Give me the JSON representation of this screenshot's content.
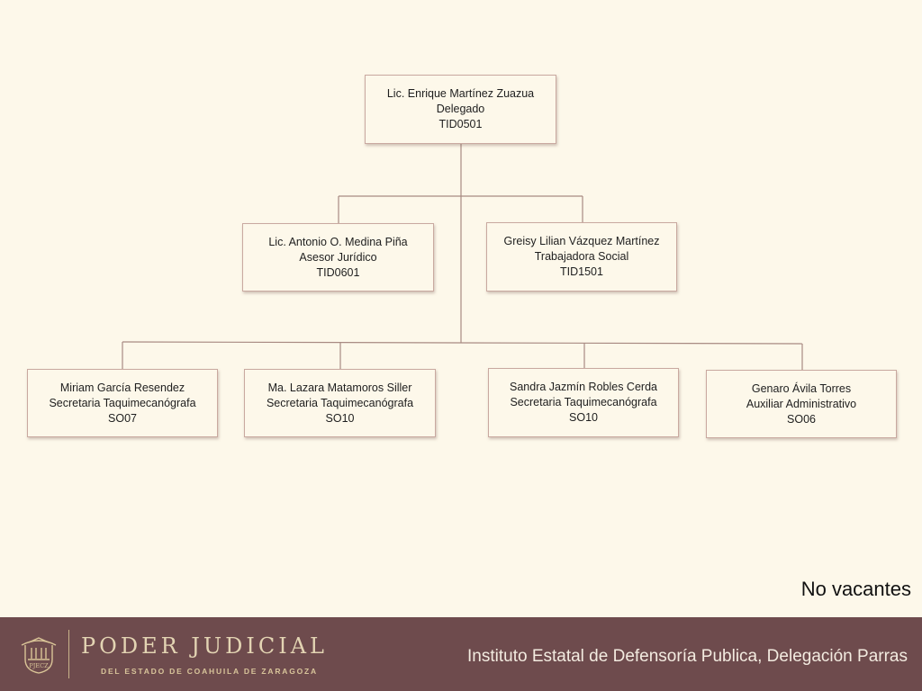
{
  "nodes": {
    "delegado": {
      "name": "Lic. Enrique Martínez Zuazua",
      "role": "Delegado",
      "code": "TID0501"
    },
    "asesor": {
      "name": "Lic. Antonio O. Medina Piña",
      "role": "Asesor Jurídico",
      "code": "TID0601"
    },
    "trabajadora": {
      "name": "Greisy Lilian Vázquez Martínez",
      "role": "Trabajadora Social",
      "code": "TID1501"
    },
    "staff": [
      {
        "name": "Miriam García Resendez",
        "role": "Secretaria Taquimecanógrafa",
        "code": "SO07"
      },
      {
        "name": "Ma. Lazara Matamoros Siller",
        "role": "Secretaria Taquimecanógrafa",
        "code": "SO10"
      },
      {
        "name": "Sandra Jazmín Robles Cerda",
        "role": "Secretaria Taquimecanógrafa",
        "code": "SO10"
      },
      {
        "name": "Genaro Ávila Torres",
        "role": "Auxiliar Administrativo",
        "code": "SO06"
      }
    ]
  },
  "note": "No vacantes",
  "footer": {
    "seal_label": "PJECZ",
    "brand_main": "PODER JUDICIAL",
    "brand_sub": "DEL ESTADO DE COAHUILA DE ZARAGOZA",
    "title": "Instituto Estatal de Defensoría Publica, Delegación Parras"
  },
  "colors": {
    "background": "#fdf8ea",
    "box_border": "#c9a9a0",
    "connector": "#a88a82",
    "footer_bg": "#6e4b4d",
    "brand_gold": "#e3d4b3"
  }
}
